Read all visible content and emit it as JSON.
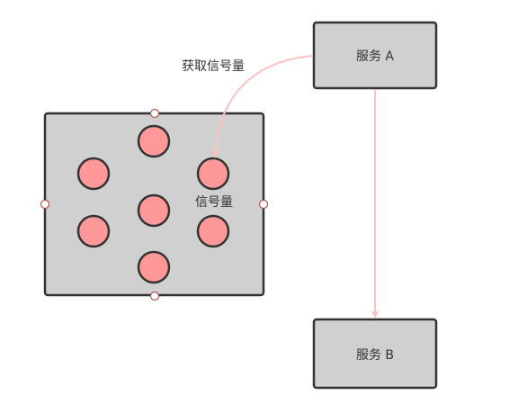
{
  "diagram": {
    "semaphore_box": {
      "label": "信号量",
      "token_count": 7
    },
    "service_a": {
      "label": "服务 A"
    },
    "service_b": {
      "label": "服务 B"
    },
    "edges": {
      "acquire": {
        "label": "获取信号量"
      }
    }
  },
  "colors": {
    "box_fill": "#d0d0d0",
    "box_stroke": "#333333",
    "token_fill": "#ff9999",
    "arrow": "#ffc0c0",
    "handle_stroke": "#b85450",
    "text": "#333333"
  }
}
